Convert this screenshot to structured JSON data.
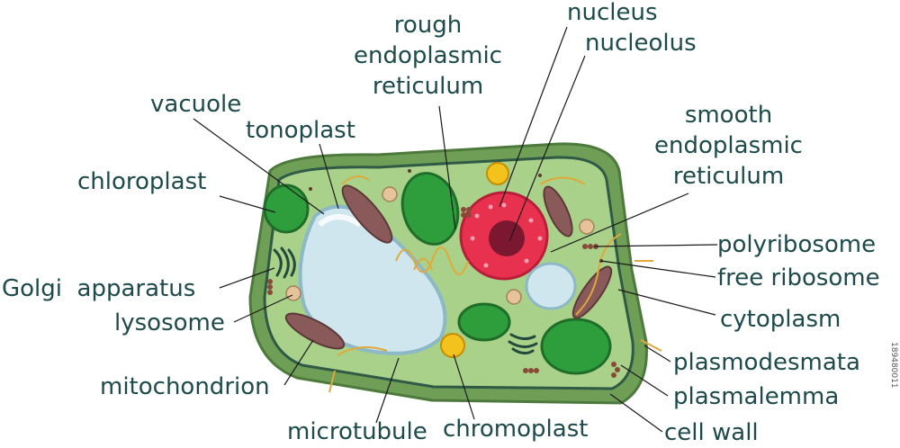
{
  "labels": {
    "rough_er": "rough\nendoplasmic\nreticulum",
    "nucleus": "nucleus",
    "nucleolus": "nucleolus",
    "vacuole": "vacuole",
    "tonoplast": "tonoplast",
    "smooth_er": "smooth\nendoplasmic\nreticulum",
    "chloroplast": "chloroplast",
    "polyribosome": "polyribosome",
    "free_ribosome": "free ribosome",
    "golgi": "Golgi  apparatus",
    "cytoplasm": "cytoplasm",
    "lysosome": "lysosome",
    "plasmodesmata": "plasmodesmata",
    "plasmalemma": "plasmalemma",
    "mitochondrion": "mitochondrion",
    "cell_wall": "cell wall",
    "microtubule": "microtubule",
    "chromoplast": "chromoplast"
  },
  "stock_id": "189480011",
  "colors": {
    "label_text": "#1d4a4a",
    "leader_line": "#1a1a1a",
    "cell_wall": "#6f9e57",
    "cytoplasm": "#a9d18a",
    "vacuole": "#cfe6ef",
    "nucleus": "#e8314f",
    "chloroplast": "#2e9e3c",
    "mitochondrion": "#8a5a5a",
    "chromoplast": "#f4c21c"
  }
}
